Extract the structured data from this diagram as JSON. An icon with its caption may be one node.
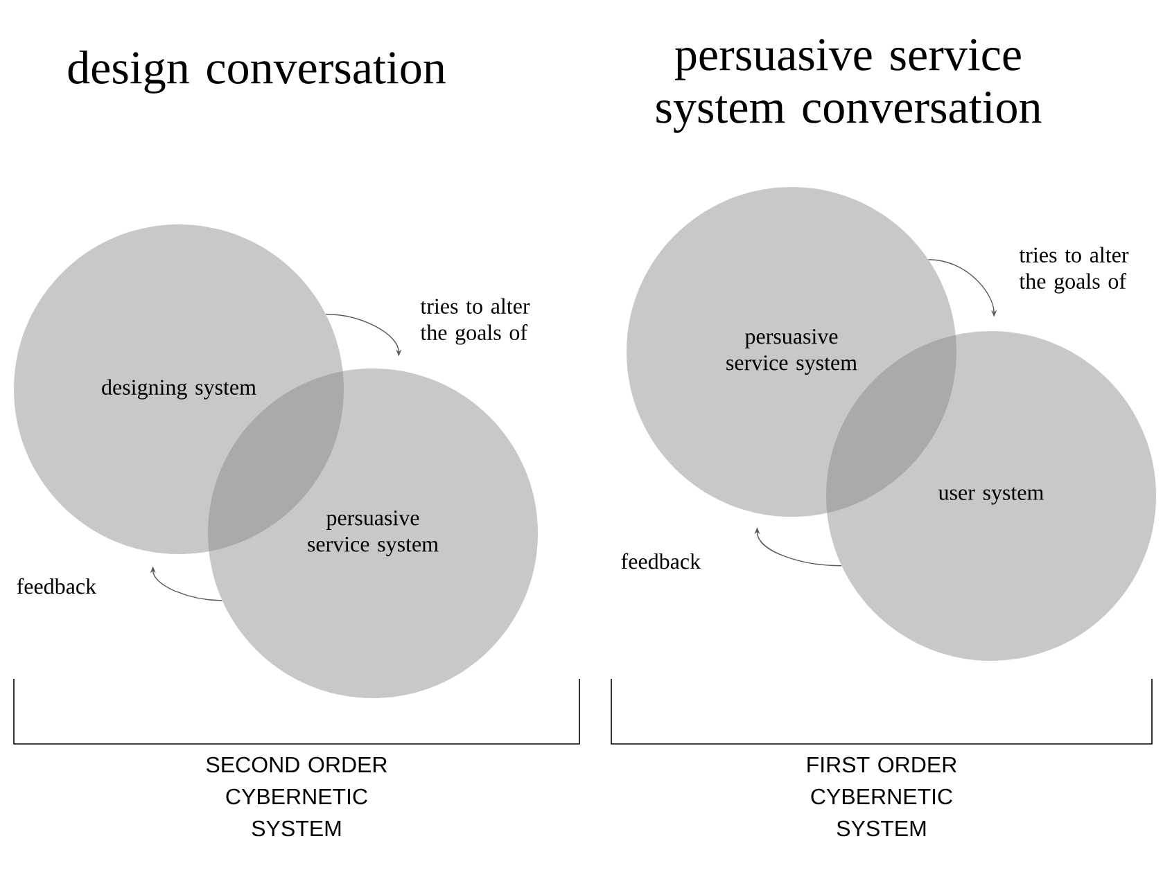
{
  "diagram": {
    "nodes": [
      {
        "text": [
          "designing system"
        ]
      },
      {
        "text": [
          "persuasive service system"
        ]
      },
      {
        "text": [
          "persuasive service system"
        ]
      },
      {
        "text": [
          "user system"
        ]
      }
    ],
    "edges": [
      {
        "from": 0,
        "to": 1,
        "arrow": "to",
        "label": "tries to alter the goals of"
      },
      {
        "from": 1,
        "to": 0,
        "arrow": "to",
        "label": "feedback"
      },
      {
        "from": 2,
        "to": 3,
        "arrow": "to",
        "label": "tries to alter the goals of"
      },
      {
        "from": 3,
        "to": 2,
        "arrow": "to",
        "label": "feedback"
      }
    ],
    "labels": [
      "design conversation",
      "persuasive service system conversation",
      "SECOND ORDER CYBERNETIC SYSTEM",
      "FIRST ORDER CYBERNETIC SYSTEM"
    ]
  }
}
